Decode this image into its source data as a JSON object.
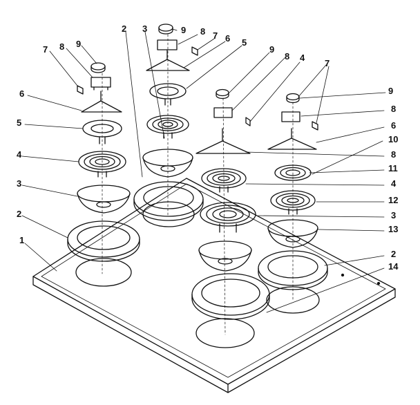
{
  "diagram": {
    "ink_color": "#111111",
    "background": "#ffffff",
    "callouts": [
      {
        "id": "c-1",
        "text": "1"
      },
      {
        "id": "c-2a",
        "text": "2"
      },
      {
        "id": "c-2b",
        "text": "2"
      },
      {
        "id": "c-2c",
        "text": "2"
      },
      {
        "id": "c-3a",
        "text": "3"
      },
      {
        "id": "c-3b",
        "text": "3"
      },
      {
        "id": "c-3c",
        "text": "3"
      },
      {
        "id": "c-4a",
        "text": "4"
      },
      {
        "id": "c-4b",
        "text": "4"
      },
      {
        "id": "c-4c",
        "text": "4"
      },
      {
        "id": "c-5a",
        "text": "5"
      },
      {
        "id": "c-5b",
        "text": "5"
      },
      {
        "id": "c-6a",
        "text": "6"
      },
      {
        "id": "c-6b",
        "text": "6"
      },
      {
        "id": "c-6c",
        "text": "6"
      },
      {
        "id": "c-7a",
        "text": "7"
      },
      {
        "id": "c-7b",
        "text": "7"
      },
      {
        "id": "c-7c",
        "text": "7"
      },
      {
        "id": "c-8a",
        "text": "8"
      },
      {
        "id": "c-8b",
        "text": "8"
      },
      {
        "id": "c-8c",
        "text": "8"
      },
      {
        "id": "c-8d",
        "text": "8"
      },
      {
        "id": "c-8e",
        "text": "8"
      },
      {
        "id": "c-9a",
        "text": "9"
      },
      {
        "id": "c-9b",
        "text": "9"
      },
      {
        "id": "c-9c",
        "text": "9"
      },
      {
        "id": "c-9d",
        "text": "9"
      },
      {
        "id": "c-10",
        "text": "10"
      },
      {
        "id": "c-11",
        "text": "11"
      },
      {
        "id": "c-12",
        "text": "12"
      },
      {
        "id": "c-13",
        "text": "13"
      },
      {
        "id": "c-14",
        "text": "14"
      }
    ]
  }
}
